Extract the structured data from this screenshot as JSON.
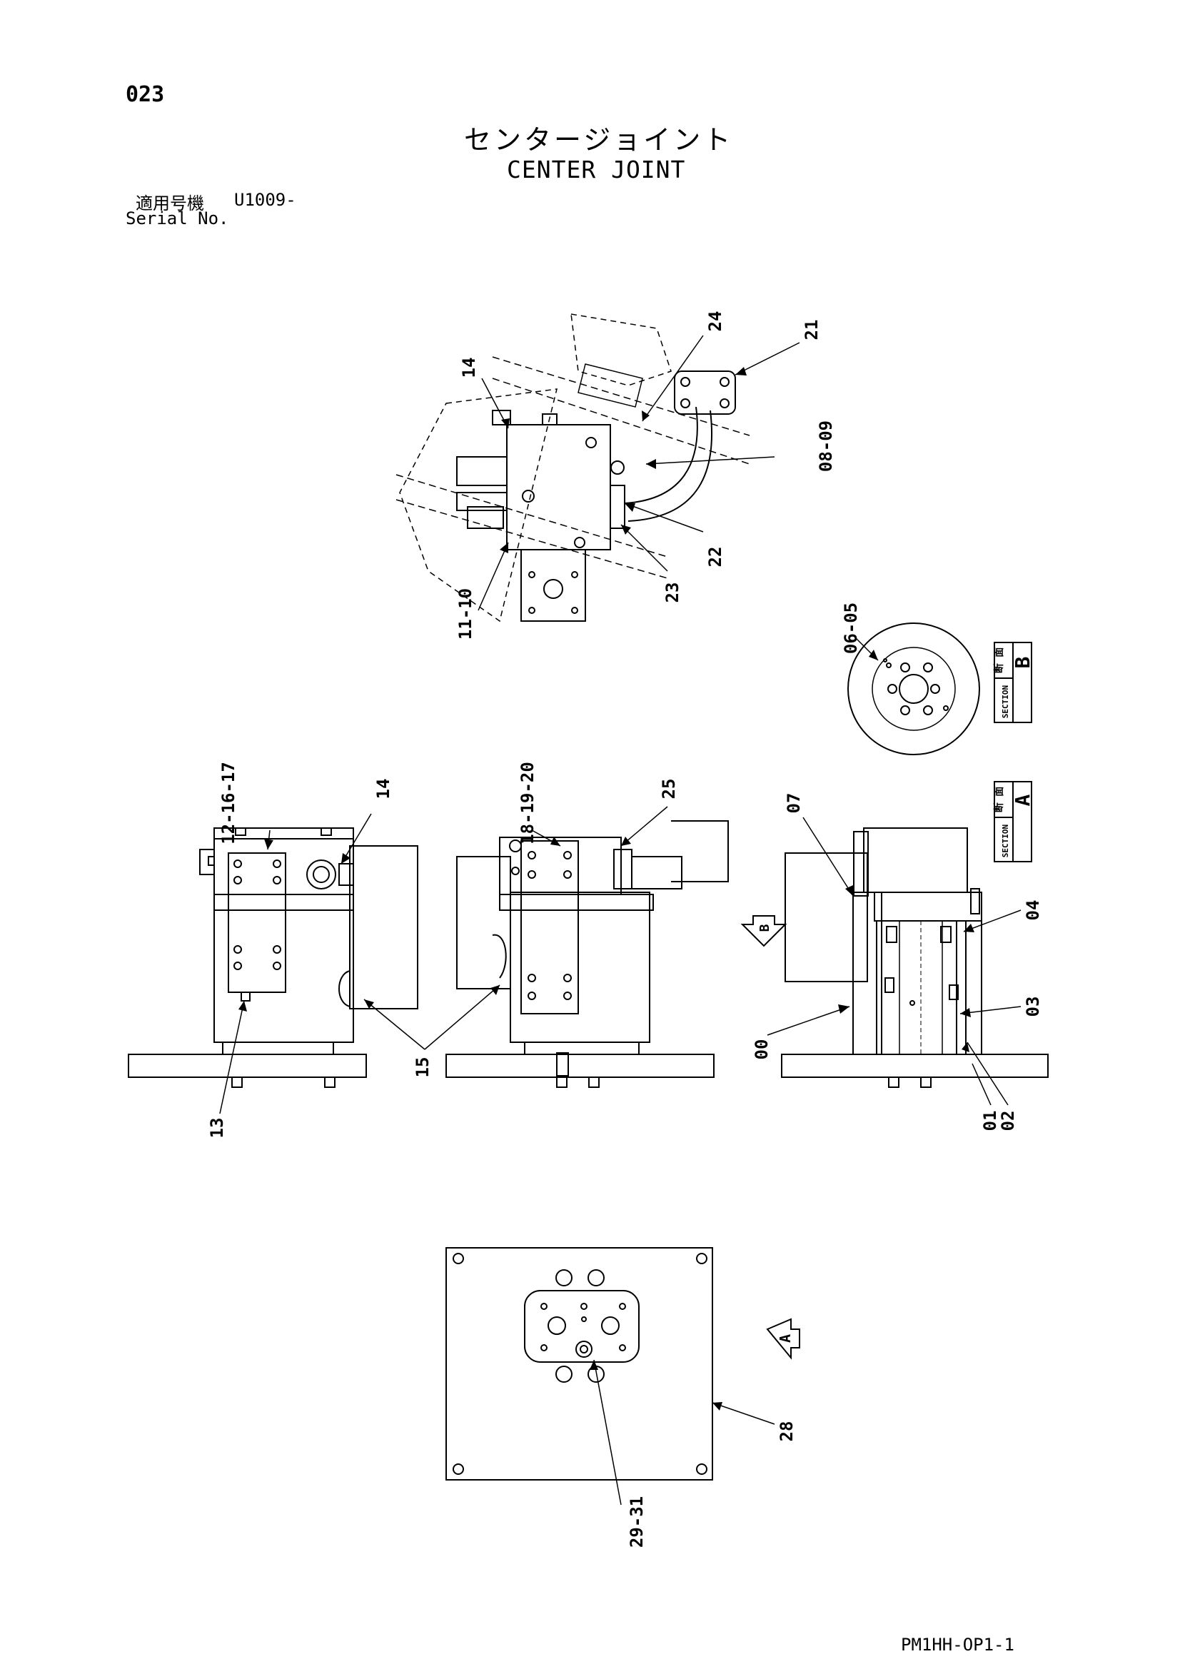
{
  "page_number": "023",
  "title_jp": "センタージョイント",
  "title_en": "CENTER JOINT",
  "serial": {
    "label_jp": "適用号機",
    "value": "U1009-",
    "label_en": "Serial No."
  },
  "doc_code": "PM1HH-OP1-1",
  "section_boxes": {
    "a": {
      "jp": "断 面",
      "en": "SECTION",
      "letter": "A"
    },
    "b": {
      "jp": "断 面",
      "en": "SECTION",
      "letter": "B"
    }
  },
  "view_markers": {
    "a": "A",
    "b": "B"
  },
  "callouts": {
    "c14_top": "14",
    "c24": "24",
    "c21": "21",
    "c08_09": "08-09",
    "c22": "22",
    "c23": "23",
    "c11_10": "11-10",
    "c06_05": "06-05",
    "c12_16_17": "12-16-17",
    "c14_front": "14",
    "c18_19_20": "18-19-20",
    "c25": "25",
    "c07": "07",
    "c04": "04",
    "c03": "03",
    "c00": "00",
    "c01": "01",
    "c02": "02",
    "c15": "15",
    "c13": "13",
    "c28": "28",
    "c29_31": "29-31"
  },
  "colors": {
    "ink": "#000000",
    "paper": "#ffffff"
  }
}
